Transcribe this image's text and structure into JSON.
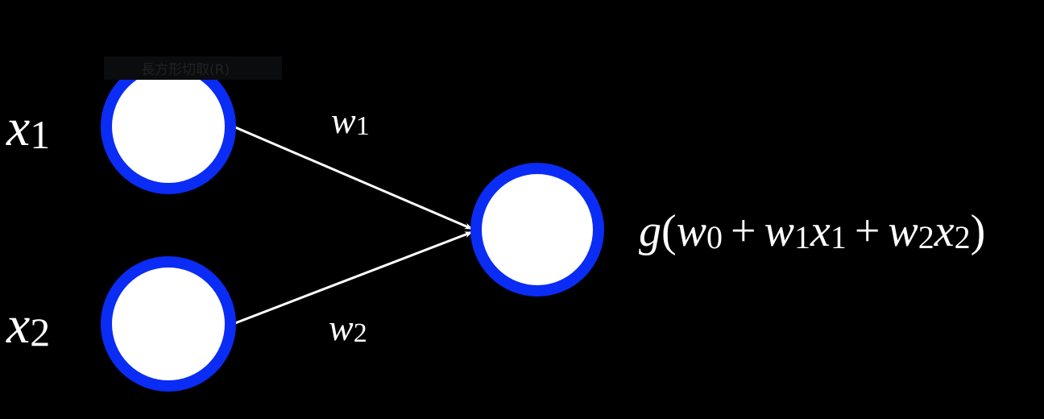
{
  "diagram": {
    "title": "Perceptron with two inputs",
    "colors": {
      "background": "#000000",
      "node_fill": "#ffffff",
      "node_ring": "#0a2cf5",
      "edge": "#ffffff",
      "text": "#ffffff"
    },
    "overlay_tooltip": "長方形切取(R)",
    "nodes": [
      {
        "id": "x1",
        "role": "input",
        "label_base": "x",
        "label_sub": "1"
      },
      {
        "id": "x2",
        "role": "input",
        "label_base": "x",
        "label_sub": "2"
      },
      {
        "id": "out",
        "role": "output"
      }
    ],
    "edges": [
      {
        "from": "x1",
        "to": "out",
        "weight_base": "w",
        "weight_sub": "1"
      },
      {
        "from": "x2",
        "to": "out",
        "weight_base": "w",
        "weight_sub": "2"
      }
    ],
    "output_expression": {
      "func": "g",
      "open": "(",
      "w0_base": "w",
      "w0_sub": "0",
      "plus1": "+",
      "w1_base": "w",
      "w1_sub": "1",
      "x1_base": "x",
      "x1_sub": "1",
      "plus2": "+",
      "w2_base": "w",
      "w2_sub": "2",
      "x2_base": "x",
      "x2_sub": "2",
      "close": ")"
    }
  }
}
